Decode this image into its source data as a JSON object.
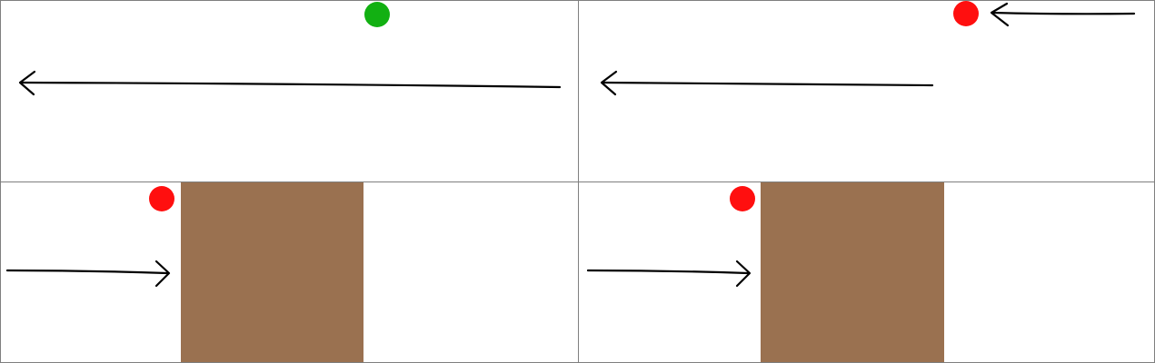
{
  "colors": {
    "background": "#ffffff",
    "grid_line": "#7f7f7f",
    "arrow": "#000000",
    "green_dot": "#12b012",
    "red_dot": "#ff0f0f",
    "brown_block": "#9a7150"
  },
  "panels": [
    {
      "id": "top-left",
      "dot": {
        "color": "green",
        "icon": "green-dot-icon"
      },
      "arrows": [
        {
          "direction": "left"
        }
      ],
      "block": false
    },
    {
      "id": "top-right",
      "dot": {
        "color": "red",
        "icon": "red-dot-icon"
      },
      "arrows": [
        {
          "direction": "left"
        },
        {
          "direction": "left",
          "pointing_at": "dot"
        }
      ],
      "block": false
    },
    {
      "id": "bottom-left",
      "dot": {
        "color": "red",
        "icon": "red-dot-icon"
      },
      "arrows": [
        {
          "direction": "right",
          "pointing_at": "block"
        }
      ],
      "block": true
    },
    {
      "id": "bottom-right",
      "dot": {
        "color": "red",
        "icon": "red-dot-icon"
      },
      "arrows": [
        {
          "direction": "right",
          "pointing_at": "block"
        }
      ],
      "block": true
    }
  ]
}
